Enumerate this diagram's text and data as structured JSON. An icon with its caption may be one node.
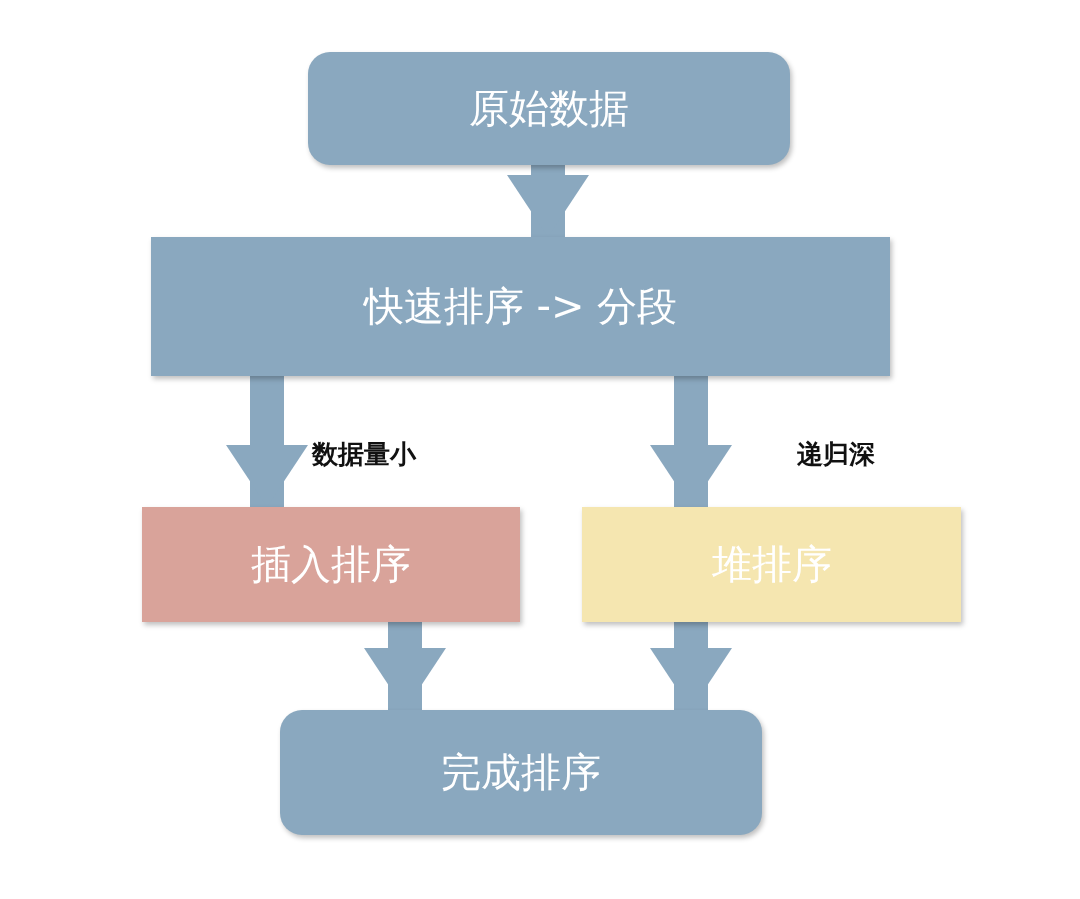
{
  "diagram": {
    "nodes": [
      {
        "text": [
          "原始数据"
        ]
      },
      {
        "text": [
          "快速排序 -> 分段"
        ]
      },
      {
        "text": [
          "插入排序"
        ]
      },
      {
        "text": [
          "堆排序"
        ]
      },
      {
        "text": [
          "完成排序"
        ]
      }
    ],
    "edges": [
      {
        "from": 0,
        "to": 1,
        "arrow": "to"
      },
      {
        "from": 1,
        "to": 2,
        "arrow": "to",
        "label": "数据量小"
      },
      {
        "from": 1,
        "to": 3,
        "arrow": "to",
        "label": "递归深"
      },
      {
        "from": 2,
        "to": 4,
        "arrow": "to"
      },
      {
        "from": 3,
        "to": 4,
        "arrow": "to"
      }
    ]
  }
}
